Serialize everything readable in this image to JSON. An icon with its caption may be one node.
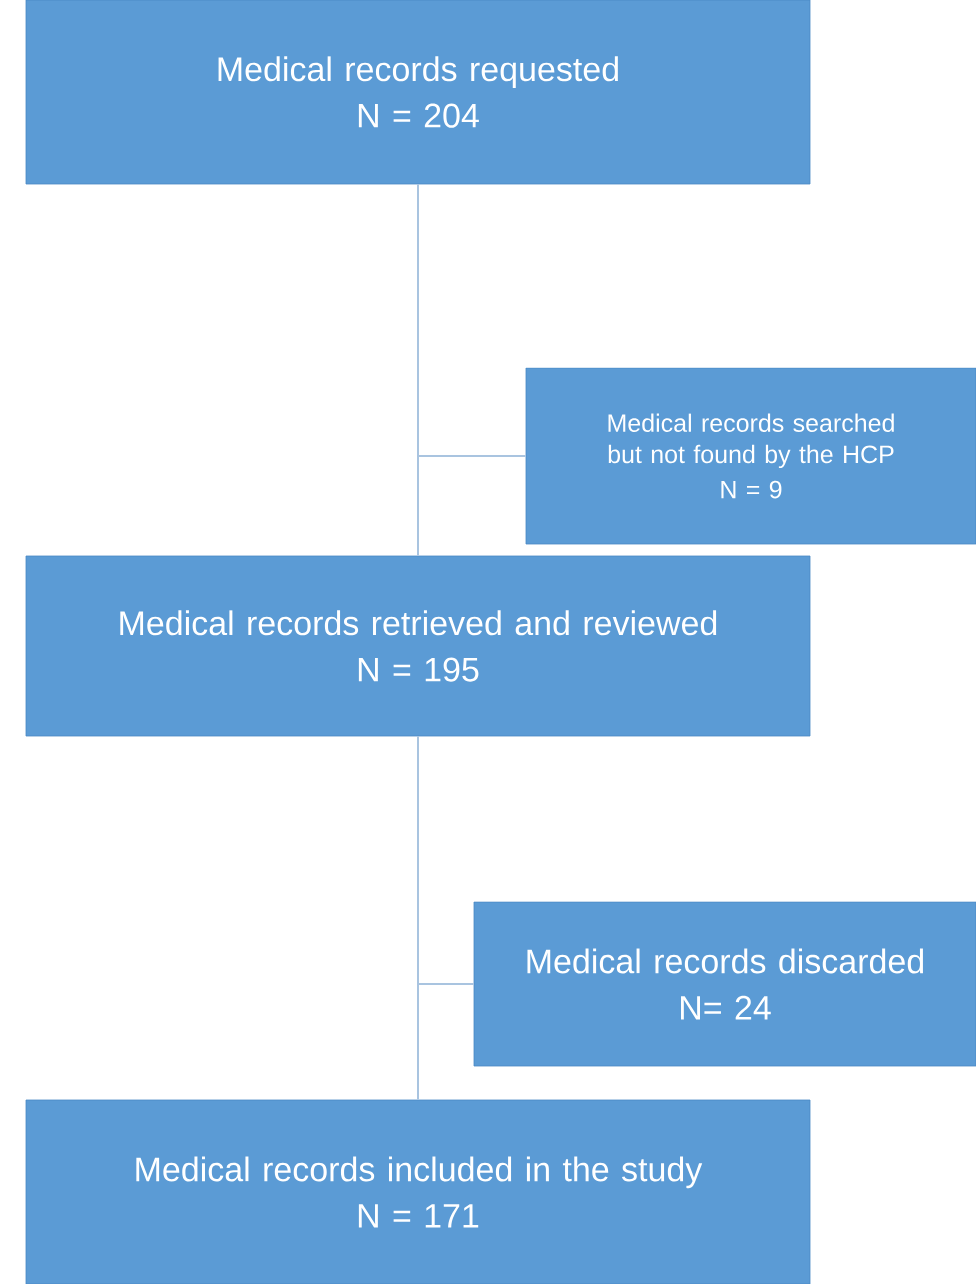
{
  "diagram": {
    "nodes": [
      {
        "text": [
          "Medical records requested",
          "N = 204"
        ]
      },
      {
        "text": [
          "Medical records searched but not found by the HCP",
          "N = 9"
        ]
      },
      {
        "text": [
          "Medical records retrieved and reviewed",
          "N = 195"
        ]
      },
      {
        "text": [
          "Medical records discarded",
          "N= 24"
        ]
      },
      {
        "text": [
          "Medical records included in the study",
          "N = 171"
        ]
      }
    ],
    "edges": [
      {
        "from": 0,
        "to": 2,
        "arrow": "none"
      },
      {
        "from": 0,
        "to": 1,
        "arrow": "none"
      },
      {
        "from": 2,
        "to": 4,
        "arrow": "none"
      },
      {
        "from": 2,
        "to": 3,
        "arrow": "none"
      }
    ]
  }
}
